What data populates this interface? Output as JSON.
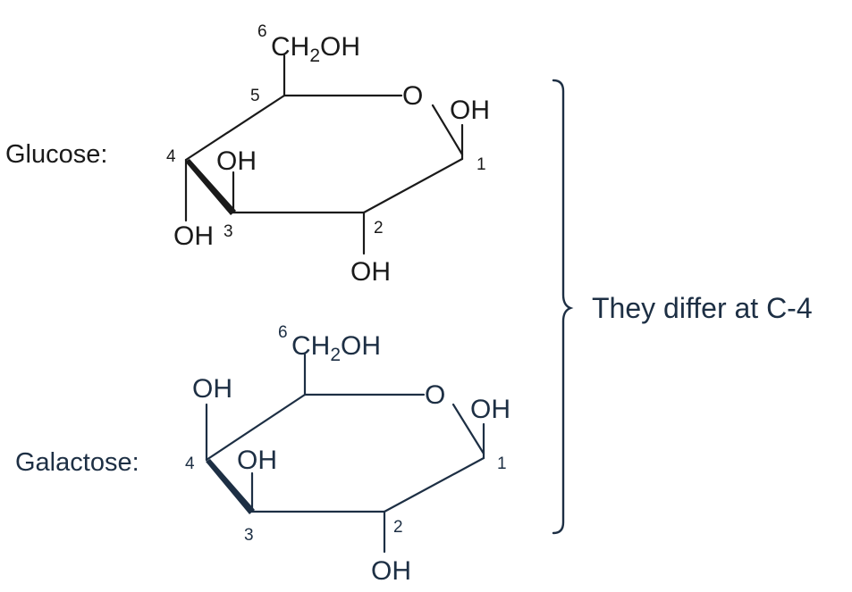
{
  "glucose": {
    "name": "Glucose:",
    "c6_number": "6",
    "c6_group": "CH",
    "c6_sub": "2",
    "c6_tail": "OH",
    "ring_o": "O",
    "c1_oh": "OH",
    "c4_oh_up": "OH",
    "c3_oh_down": "OH",
    "c2_oh": "OH",
    "n1": "1",
    "n2": "2",
    "n3": "3",
    "n4": "4",
    "n5": "5"
  },
  "galactose": {
    "name": "Galactose:",
    "c6_number": "6",
    "c6_group": "CH",
    "c6_sub": "2",
    "c6_tail": "OH",
    "ring_o": "O",
    "c1_oh": "OH",
    "c4_oh_up": "OH",
    "c3_oh": "OH",
    "c2_oh": "OH",
    "n1": "1",
    "n2": "2",
    "n3": "3",
    "n4": "4"
  },
  "conclusion": "They differ at C-4",
  "colors": {
    "glucose_ink": "#1a1a1a",
    "galactose_ink": "#1d2f44"
  }
}
